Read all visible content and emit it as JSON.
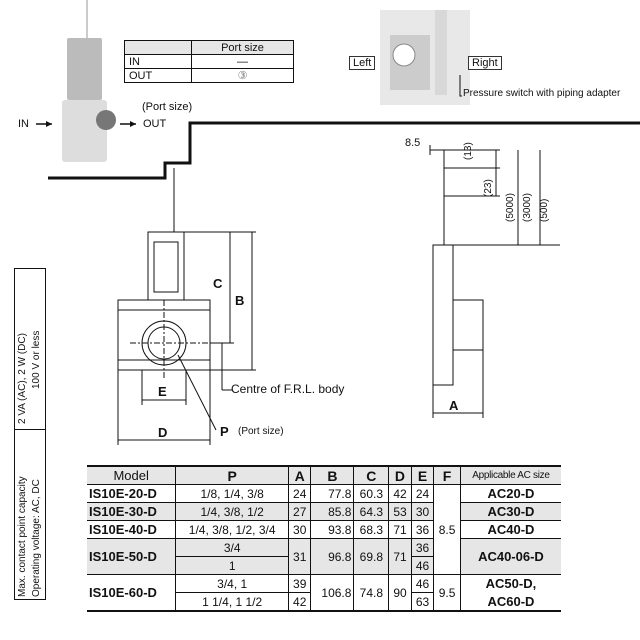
{
  "photo_left": {
    "in_label": "IN",
    "out_label": "OUT",
    "port_size_note": "(Port size)"
  },
  "port_table": {
    "header": "Port size",
    "rows": [
      {
        "port": "IN",
        "size": "—"
      },
      {
        "port": "OUT",
        "size": "③"
      }
    ]
  },
  "photo_right": {
    "left_label": "Left",
    "right_label": "Right",
    "caption": "Pressure switch with piping adapter"
  },
  "front_view": {
    "dim_c": "C",
    "dim_b": "B",
    "dim_e": "E",
    "dim_d": "D",
    "dim_p": "P",
    "port_note": "(Port size)",
    "centre_note": "Centre of F.R.L. body"
  },
  "side_view": {
    "dim_85": "8.5",
    "dim_13": "(13)",
    "dim_23": "(23)",
    "dim_lead": "(5000)",
    "dim_lead2": "(3000)",
    "dim_lead3": "(500)",
    "dim_a": "A"
  },
  "specs": {
    "line1": "2 VA (AC), 2 W (DC)",
    "line2": "100 V or less",
    "line3": "Max. contact point capacity",
    "line4": "Operating voltage: AC, DC"
  },
  "table": {
    "headers": [
      "Model",
      "P",
      "A",
      "B",
      "C",
      "D",
      "E",
      "F",
      "Applicable AC size"
    ],
    "rows": [
      {
        "model": "IS10E-20-D",
        "p": "1/8, 1/4, 3/8",
        "a": "24",
        "b": "77.8",
        "c": "60.3",
        "d": "42",
        "e": "24",
        "ac": "AC20-D"
      },
      {
        "model": "IS10E-30-D",
        "p": "1/4, 3/8, 1/2",
        "a": "27",
        "b": "85.8",
        "c": "64.3",
        "d": "53",
        "e": "30",
        "ac": "AC30-D"
      },
      {
        "model": "IS10E-40-D",
        "p": "1/4, 3/8, 1/2, 3/4",
        "a": "30",
        "b": "93.8",
        "c": "68.3",
        "d": "71",
        "e": "36",
        "ac": "AC40-D"
      },
      {
        "model": "IS10E-50-D",
        "p": "3/4",
        "p2": "1",
        "a": "31",
        "b": "96.8",
        "c": "69.8",
        "d": "71",
        "e": "36",
        "e2": "46",
        "ac": "AC40-06-D"
      },
      {
        "model": "IS10E-60-D",
        "p": "3/4, 1",
        "p2": "1 1/4, 1 1/2",
        "a": "39",
        "a2": "42",
        "b": "106.8",
        "c": "74.8",
        "d": "90",
        "e": "46",
        "e2": "63",
        "ac": "AC50-D,",
        "ac2": "AC60-D"
      }
    ],
    "f_1": "8.5",
    "f_2": "9.5"
  }
}
